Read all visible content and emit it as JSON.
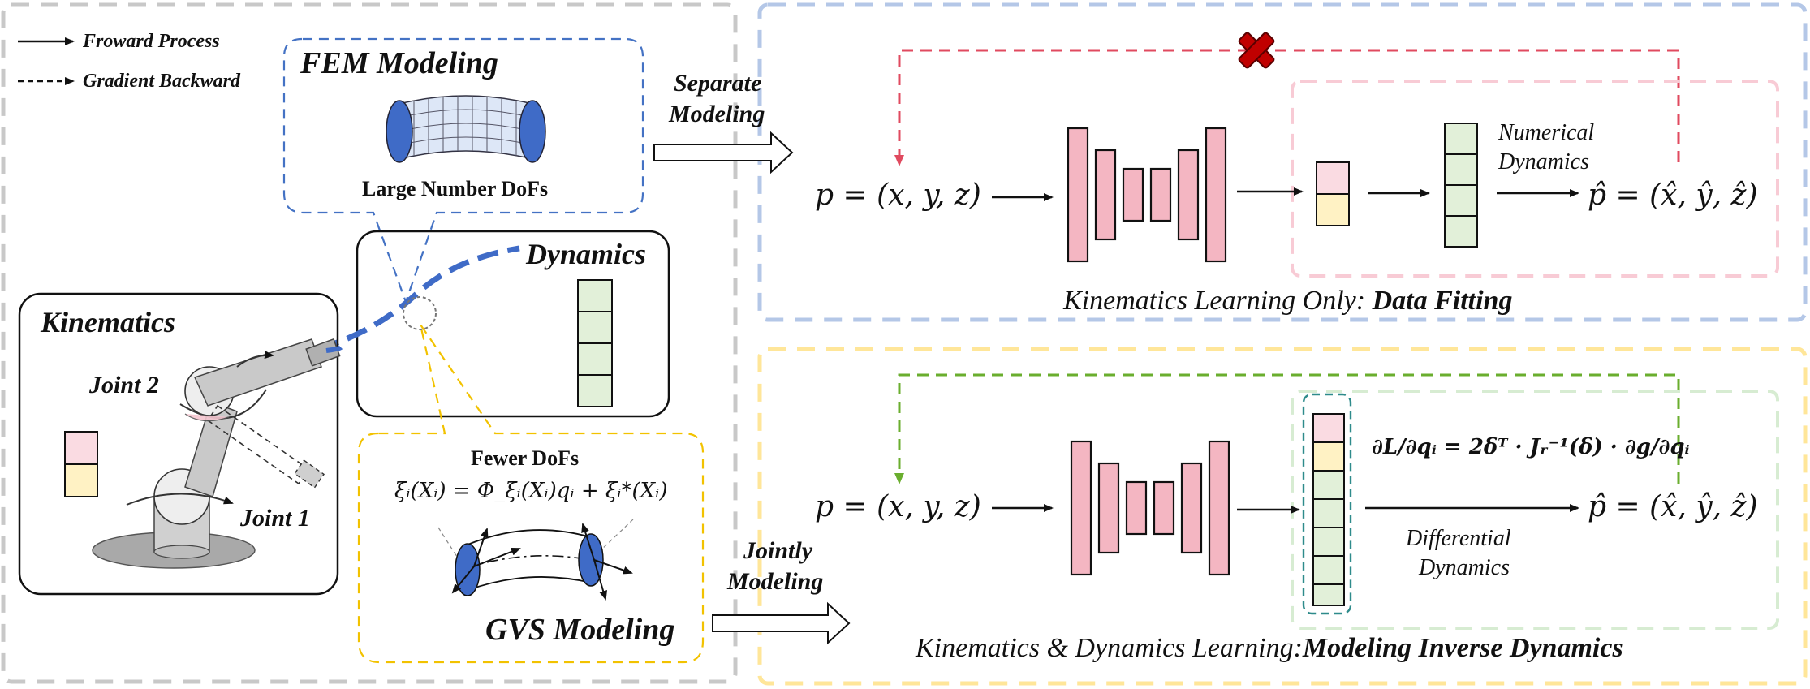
{
  "legend": {
    "forward": "Froward Process",
    "backward": "Gradient Backward"
  },
  "fem": {
    "title": "FEM Modeling",
    "caption": "Large Number DoFs"
  },
  "dynamics": {
    "title": "Dynamics"
  },
  "kinematics": {
    "title": "Kinematics",
    "joint2": "Joint 2",
    "joint1": "Joint 1"
  },
  "gvs": {
    "caption": "Fewer DoFs",
    "formula": "ξᵢ(Xᵢ) = Φ_ξᵢ(Xᵢ)qᵢ + ξᵢ*(Xᵢ)",
    "title": "GVS Modeling"
  },
  "separate": {
    "line1": "Separate",
    "line2": "Modeling"
  },
  "jointly": {
    "line1": "Jointly",
    "line2": "Modeling"
  },
  "top_pipeline": {
    "input": "p = (x, y, z)",
    "output": "p̂ = (x̂, ŷ, ẑ)",
    "annot1": "Numerical",
    "annot2": "Dynamics",
    "caption_italic": "Kinematics Learning Only: ",
    "caption_bold": "Data Fitting"
  },
  "bottom_pipeline": {
    "input": "p = (x, y, z)",
    "output": "p̂ = (x̂, ŷ, ẑ)",
    "formula": "∂L/∂qᵢ = 2δᵀ · Jᵣ⁻¹(δ) · ∂g/∂qᵢ",
    "annot1": "Differential",
    "annot2": "Dynamics",
    "caption_italic": "Kinematics & Dynamics Learning:",
    "caption_bold": "Modeling Inverse Dynamics"
  },
  "colors": {
    "gray_dash": "#c8c8c8",
    "blue_dash": "#b4c7e7",
    "yellow_dash": "#ffe699",
    "pink_dash": "#f8cbd5",
    "green_dash": "#d7ecd2",
    "callout_blue": "#4472c4",
    "callout_yellow": "#f2c200",
    "red_arrow": "#e04a5f",
    "green_arrow": "#6aae2e",
    "pink_fill": "#f4b6c2",
    "yellow_fill": "#fff2c4",
    "green_fill": "#e2f0d9",
    "teal_dash": "#2e8b8b",
    "cross": "#c00000"
  }
}
